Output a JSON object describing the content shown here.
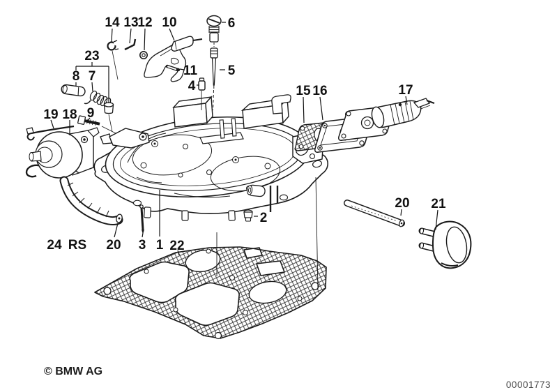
{
  "diagram": {
    "callouts": {
      "n1": "1",
      "n2": "2",
      "n3": "3",
      "n4": "4",
      "n5": "5",
      "n6": "6",
      "n7": "7",
      "n8": "8",
      "n9": "9",
      "n10": "10",
      "n11": "11",
      "n12": "12",
      "n13": "13",
      "n14": "14",
      "n15": "15",
      "n16": "16",
      "n17": "17",
      "n18": "18",
      "n19": "19",
      "n20_left": "20",
      "n20_right": "20",
      "n21": "21",
      "n22": "22",
      "n23": "23",
      "n24": "24",
      "rs": "RS"
    },
    "footer": {
      "copyright": "© BMW AG",
      "document_number": "00001773"
    },
    "colors": {
      "ink": "#1a1a1a",
      "paper": "#ffffff"
    }
  }
}
